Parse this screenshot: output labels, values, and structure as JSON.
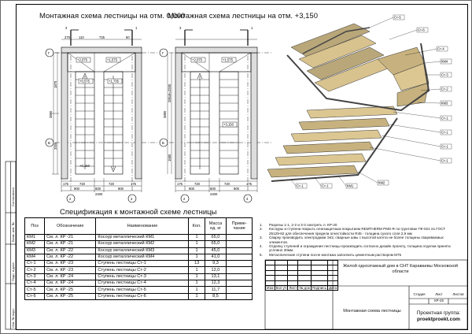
{
  "titles": {
    "plan1": "Монтажная схема лестницы на отм. 0,000",
    "plan2": "Монтажная схема лестницы на отм. +3,150",
    "spec": "Спецификация к монтажной схеме лестницы"
  },
  "axes": {
    "g": "Г",
    "v": "В",
    "a2": "2",
    "a3": "3"
  },
  "section_marks": {
    "s1": "1",
    "s3": "3"
  },
  "plan_dims": {
    "bottom_total": "2400",
    "bottom_parts": [
      "900",
      "600",
      "900"
    ],
    "bottom_sub": [
      "175",
      "720",
      "720",
      "175"
    ],
    "top_parts": [
      "270",
      "110",
      "725",
      "60"
    ],
    "side_height": "3880",
    "side_parts": [
      "1875",
      "2005"
    ],
    "inner": [
      "+2,075",
      "+1,575",
      "+0,575",
      "+1,735"
    ],
    "landing": "+0,150",
    "plan2_landing": "+3,150",
    "plan2_side": [
      "285x8=2280",
      "1680"
    ]
  },
  "spec": {
    "headers": [
      "Поз",
      "Обозначение",
      "Наименование",
      "Кол.",
      "Масса ед. кг",
      "Приме-чание"
    ],
    "rows": [
      [
        "КМ1",
        "См. л. КР -21",
        "Косоур металлический КМ1",
        "1",
        "65,0",
        ""
      ],
      [
        "КМ2",
        "См. л. КР -21",
        "Косоур металлический КМ2",
        "1",
        "65,0",
        ""
      ],
      [
        "КМ3",
        "См. л. КР -22",
        "Косоур металлический КМ3",
        "1",
        "45,0",
        ""
      ],
      [
        "КМ4",
        "См. л. КР -22",
        "Косоур металлический КМ4",
        "1",
        "41,0",
        ""
      ],
      [
        "Ст-1",
        "См. л. КР -23",
        "Ступень лестницы Ст-1",
        "13",
        "9,3",
        ""
      ],
      [
        "Ст-2",
        "См. л. КР -23",
        "Ступень лестницы Ст-2",
        "1",
        "12,0",
        ""
      ],
      [
        "Ст-3",
        "См. л. КР -24",
        "Ступень лестницы Ст-3",
        "1",
        "13,1",
        ""
      ],
      [
        "Ст-4",
        "См. л. КР -24",
        "Ступень лестницы Ст-4",
        "1",
        "12,3",
        ""
      ],
      [
        "Ст-5",
        "См. л. КР -25",
        "Ступень лестницы Ст-5",
        "1",
        "11,7",
        ""
      ],
      [
        "Ст-6",
        "См. л. КР -25",
        "Ступень лестницы Ст-6",
        "1",
        "8,5",
        ""
      ]
    ]
  },
  "notes": [
    {
      "n": "1.",
      "t": "Разрезы 1-1, 2-2 и 3-3 смотреть л. КР-20"
    },
    {
      "n": "2.",
      "t": "Косоуры и ступени покрыть огнезащитным покрытием REMTHERM PMS-R по грунтовке ГФ-021 по ГОСТ 25129-82 для обеспечения предела огнестойкости R45 - толщина сухого слоя 2,9 мм"
    },
    {
      "n": "3.",
      "t": "Сварку производить электродами Э42, сварные швы с высотой катета не более толщины свариваемых элементов."
    },
    {
      "n": "4.",
      "t": "Отделку ступеней и ограждения лестницы производить согласно дизайн проекту, толщина отделки принята условно 30мм."
    },
    {
      "n": "5.",
      "t": "Металлические ступени после монтажа заполнить цементным раствором М75"
    }
  ],
  "titleblock": {
    "stamp_headers": [
      "Изм",
      "Кол уч",
      "Лист",
      "№ док",
      "Подпись",
      "Дата"
    ],
    "project": "Жилой одноэтажный дом в СНТ Караваевы Московской области",
    "sheet_name": "Монтажная схема лестницы",
    "stage_h": "Стадия",
    "sheet_h": "Лист",
    "sheets_h": "Листов",
    "sheet_no": "КР-26",
    "org1": "Проектная группа:",
    "org2": "proektproekt.com"
  },
  "side": {
    "s1": "Согласовано",
    "s2": "Инв. № подл.",
    "s3": "Подп. и дата",
    "s4": "Взам. инв. №"
  },
  "iso_labels": [
    "Ст-5",
    "Ст-6",
    "Ст-4",
    "КМ4",
    "Ст-3",
    "Ст-2",
    "КМ3",
    "Ст-1",
    "Ст-1",
    "Ст-1",
    "Ст-1",
    "КМ2",
    "КМ1",
    "Ст-1",
    "Ст-1"
  ]
}
